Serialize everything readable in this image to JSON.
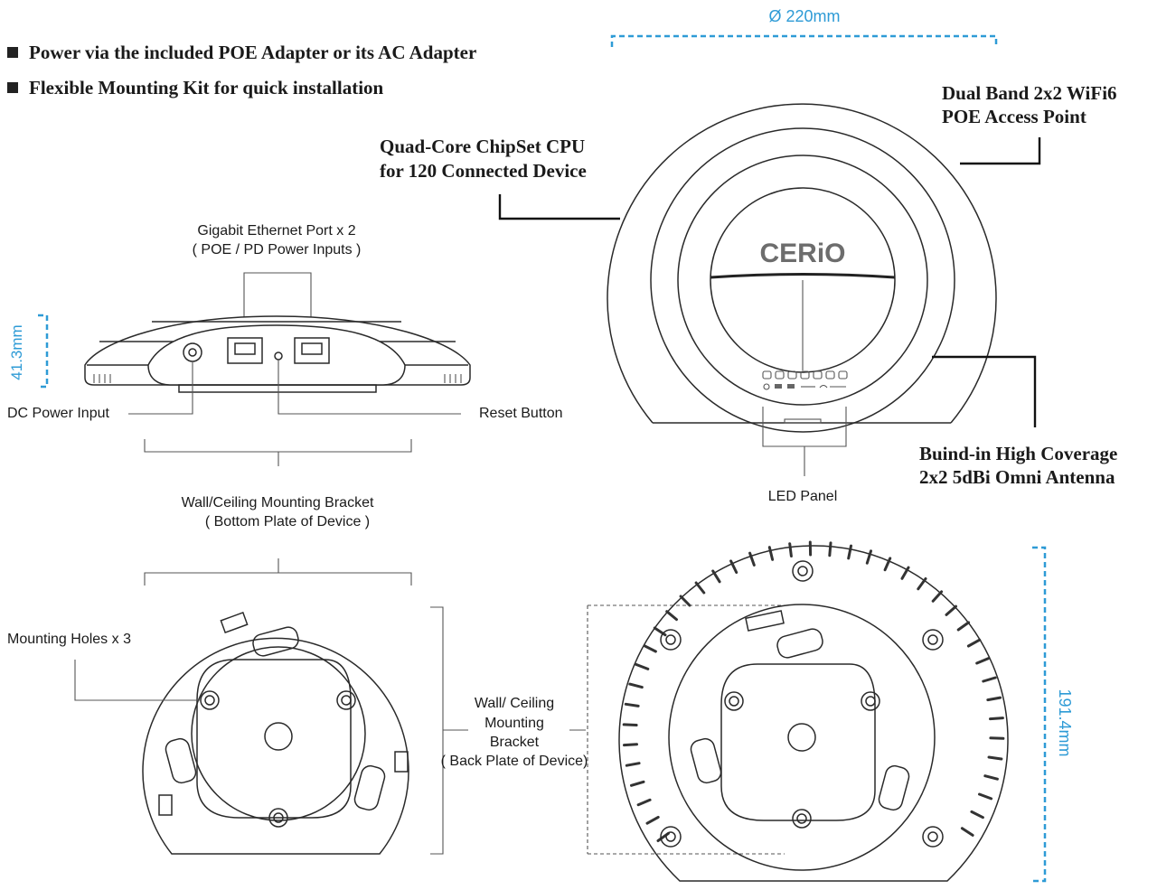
{
  "features": [
    "Power via the included POE Adapter or its AC Adapter",
    "Flexible Mounting Kit for quick installation"
  ],
  "colors": {
    "dimension": "#2e9bd6",
    "line": "#222222",
    "text": "#1a1a1a"
  },
  "dimensions": {
    "diameter": "Ø 220mm",
    "height": "41.3mm",
    "depth": "191.4mm"
  },
  "callouts": {
    "access_point": [
      "Dual Band 2x2 WiFi6",
      "POE Access Point"
    ],
    "cpu": [
      "Quad-Core ChipSet CPU",
      "for 120 Connected Device"
    ],
    "antenna": [
      "Buind-in High Coverage",
      "2x2 5dBi Omni Antenna"
    ],
    "ethernet": [
      "Gigabit Ethernet Port x 2",
      "( POE / PD Power Inputs )"
    ],
    "dc_power": "DC Power Input",
    "reset": "Reset Button",
    "led_panel": "LED Panel",
    "bottom_bracket": [
      "Wall/Ceiling Mounting Bracket",
      "( Bottom Plate of Device )"
    ],
    "mounting_holes": "Mounting Holes  x 3",
    "back_bracket": [
      "Wall/ Ceiling",
      "Mounting",
      "Bracket",
      "( Back Plate of Device)"
    ]
  },
  "brand": "CERiO"
}
